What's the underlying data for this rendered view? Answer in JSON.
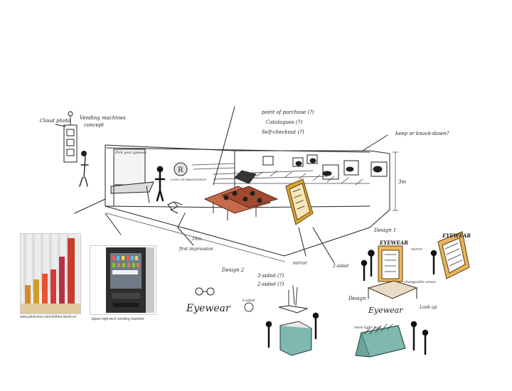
{
  "labels": {
    "cloud_photo": "Cloud photo",
    "vending_concept_1": "Vending machines",
    "vending_concept_2": "concept",
    "pop_1": "point of purchase (?)",
    "pop_2": "Catalogues (?)",
    "pop_3": "Self-checkout (?)",
    "keep_knock": "keep or knock-down?",
    "height": "3m",
    "width_dim": "10m",
    "pick_your": "Pick your glasses",
    "logo_text": "LOGO OF BRAND/SHOP",
    "first_impression": "first impression",
    "mirror": "mirror",
    "two_sided": "2-sided",
    "design1": "Design 1",
    "design2": "Design 2",
    "design3": "Design",
    "trisided": "3-sided (?)",
    "twosided_q": "2-sided (?)",
    "eyewear": "Eyewear",
    "eyewear_caps": "EYEWEAR",
    "mirror_label": "mirror",
    "changeable": "changeable areas",
    "look_up": "Look up",
    "neon": "neon light sign",
    "sided3": "3-sided"
  },
  "captions": {
    "photo1": "www.pinterest.com/clothes-stock-ex",
    "photo2": "Japan high-tech vending machine"
  }
}
